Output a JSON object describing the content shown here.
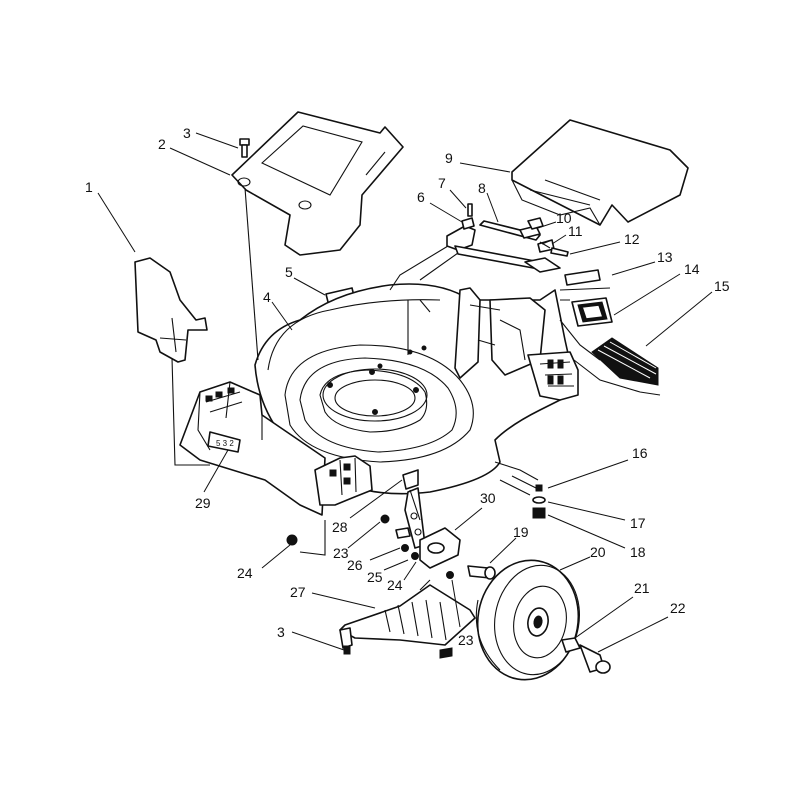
{
  "callouts": [
    {
      "id": "c1",
      "text": "1"
    },
    {
      "id": "c2",
      "text": "2"
    },
    {
      "id": "c3a",
      "text": "3"
    },
    {
      "id": "c3b",
      "text": "3"
    },
    {
      "id": "c4",
      "text": "4"
    },
    {
      "id": "c5",
      "text": "5"
    },
    {
      "id": "c6",
      "text": "6"
    },
    {
      "id": "c7",
      "text": "7"
    },
    {
      "id": "c8",
      "text": "8"
    },
    {
      "id": "c9",
      "text": "9"
    },
    {
      "id": "c10",
      "text": "10"
    },
    {
      "id": "c11",
      "text": "11"
    },
    {
      "id": "c12",
      "text": "12"
    },
    {
      "id": "c13",
      "text": "13"
    },
    {
      "id": "c14",
      "text": "14"
    },
    {
      "id": "c15",
      "text": "15"
    },
    {
      "id": "c16",
      "text": "16"
    },
    {
      "id": "c17",
      "text": "17"
    },
    {
      "id": "c18",
      "text": "18"
    },
    {
      "id": "c19",
      "text": "19"
    },
    {
      "id": "c20",
      "text": "20"
    },
    {
      "id": "c21",
      "text": "21"
    },
    {
      "id": "c22",
      "text": "22"
    },
    {
      "id": "c23a",
      "text": "23"
    },
    {
      "id": "c23b",
      "text": "23"
    },
    {
      "id": "c24a",
      "text": "24"
    },
    {
      "id": "c24b",
      "text": "24"
    },
    {
      "id": "c25",
      "text": "25"
    },
    {
      "id": "c26",
      "text": "26"
    },
    {
      "id": "c27",
      "text": "27"
    },
    {
      "id": "c28",
      "text": "28"
    },
    {
      "id": "c29",
      "text": "29"
    },
    {
      "id": "c30",
      "text": "30"
    }
  ]
}
